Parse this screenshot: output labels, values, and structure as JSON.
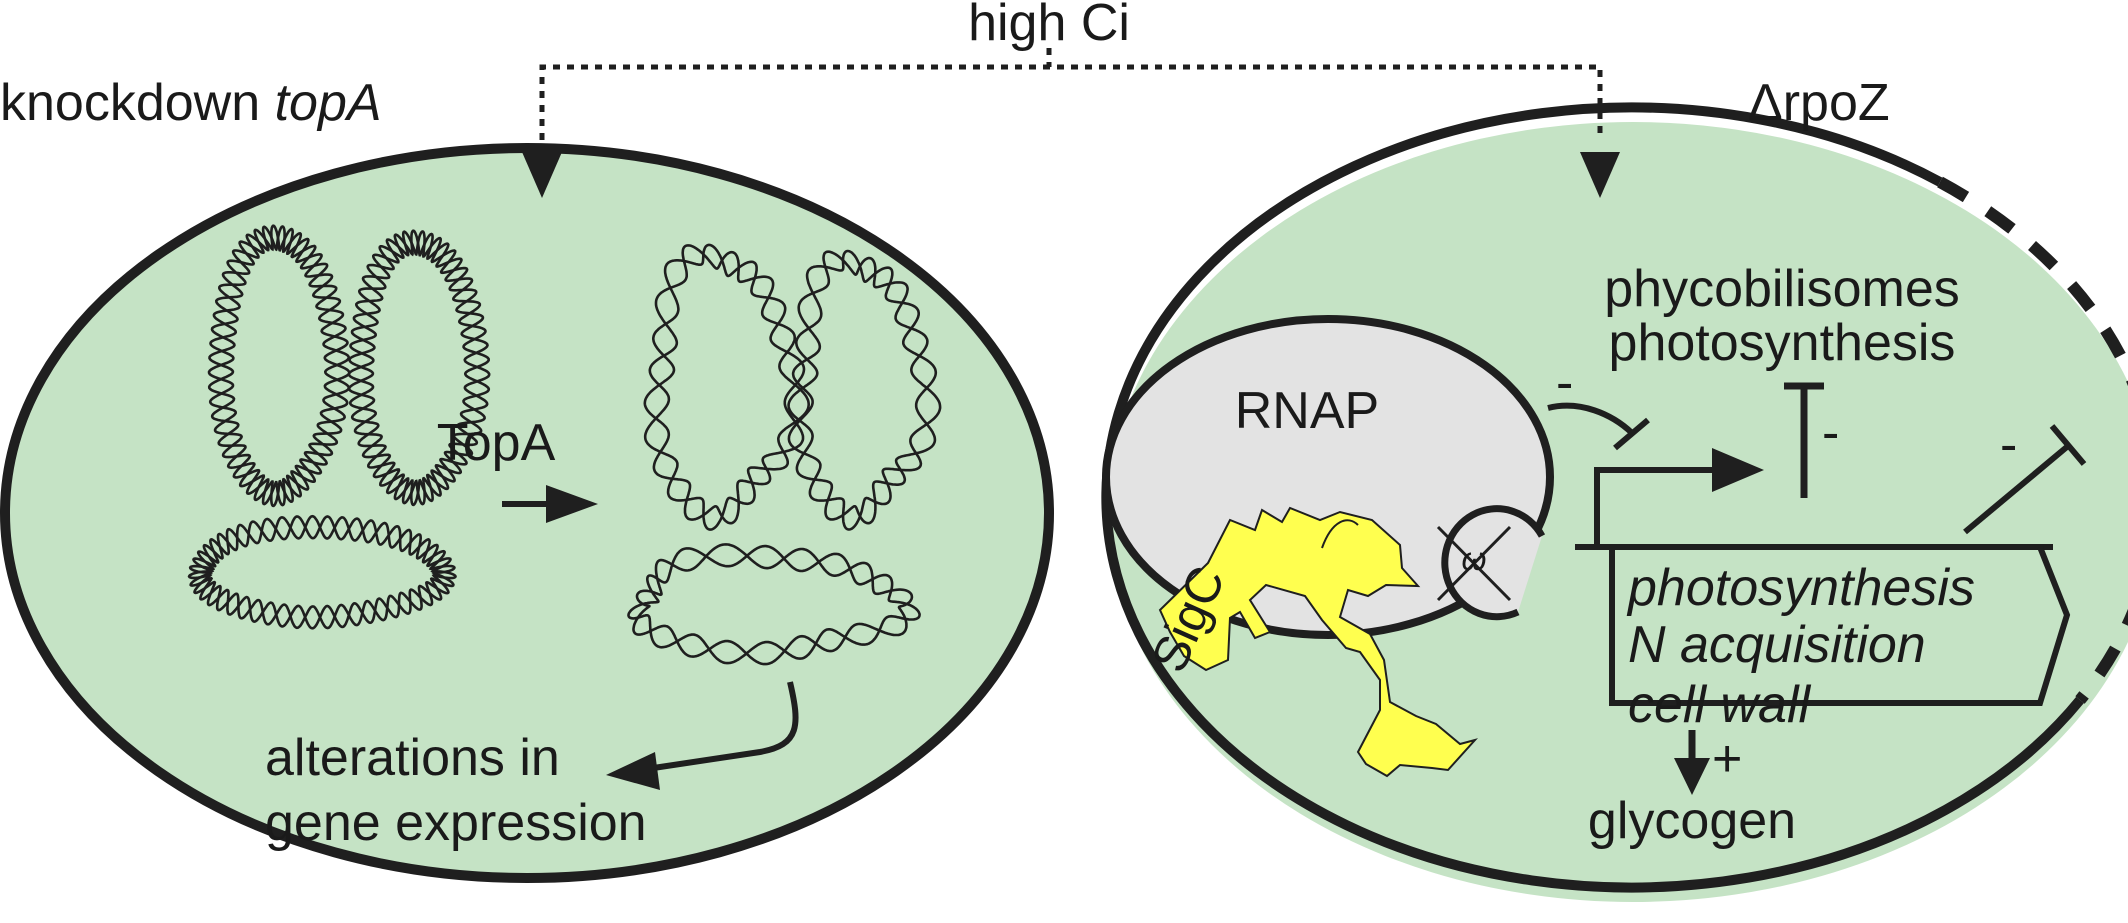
{
  "labels": {
    "top_condition": "high Ci",
    "left_cell_title_prefix": "knockdown ",
    "left_cell_title_gene": "topA",
    "enzyme": "TopA",
    "left_outcome_line1": "alterations in",
    "left_outcome_line2": "gene expression",
    "right_cell_title": "ΔrpoZ",
    "polymerase": "RNAP",
    "omega": "ω",
    "sigma": "SigC",
    "repressed_line1": "phycobilisomes",
    "repressed_line2": "photosynthesis",
    "genes_line1": "photosynthesis",
    "genes_line2": "N acquisition",
    "genes_line3": "cell wall",
    "minus": "-",
    "plus": "+",
    "product": "glycogen"
  },
  "colors": {
    "cell_fill": "#c5e3c5",
    "outline": "#1f1f1f",
    "rnap_fill": "#e3e3e3",
    "sigma_fill": "#ffff4f"
  }
}
